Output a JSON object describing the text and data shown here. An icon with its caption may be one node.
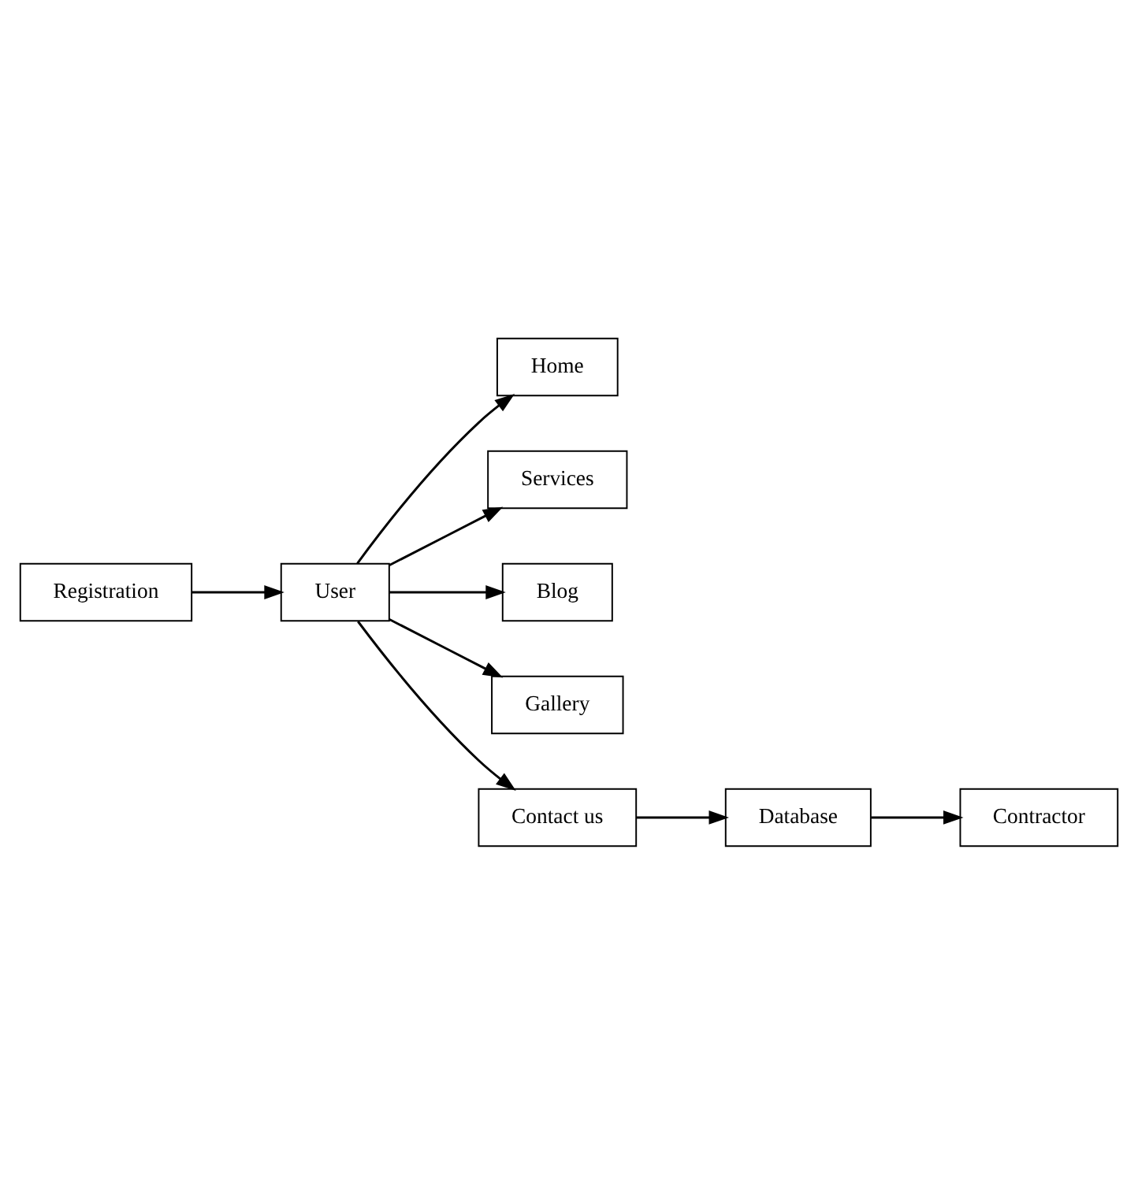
{
  "diagram": {
    "nodes": [
      {
        "text": [
          "Registration"
        ]
      },
      {
        "text": [
          "User"
        ]
      },
      {
        "text": [
          "Home"
        ]
      },
      {
        "text": [
          "Services"
        ]
      },
      {
        "text": [
          "Blog"
        ]
      },
      {
        "text": [
          "Gallery"
        ]
      },
      {
        "text": [
          "Contact us"
        ]
      },
      {
        "text": [
          "Database"
        ]
      },
      {
        "text": [
          "Contractor"
        ]
      }
    ],
    "edges": [
      {
        "from": 0,
        "to": 1,
        "arrow": "to"
      },
      {
        "from": 1,
        "to": 2,
        "arrow": "to"
      },
      {
        "from": 1,
        "to": 3,
        "arrow": "to"
      },
      {
        "from": 1,
        "to": 4,
        "arrow": "to"
      },
      {
        "from": 1,
        "to": 5,
        "arrow": "to"
      },
      {
        "from": 1,
        "to": 6,
        "arrow": "to"
      },
      {
        "from": 6,
        "to": 7,
        "arrow": "to"
      },
      {
        "from": 7,
        "to": 8,
        "arrow": "to"
      }
    ]
  }
}
